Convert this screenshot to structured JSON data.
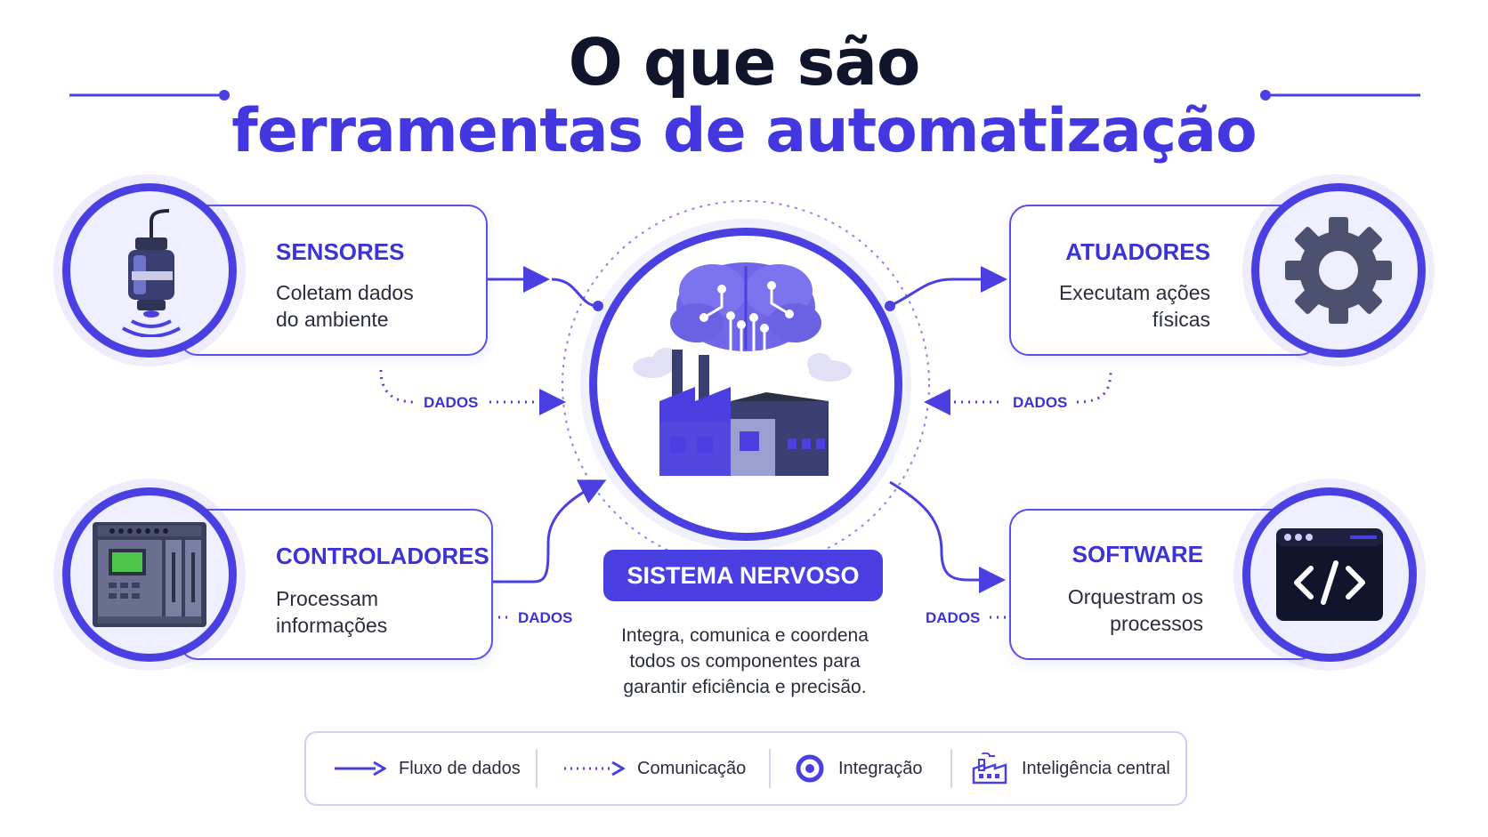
{
  "title": {
    "line1": "O que são",
    "line2": "ferramentas de automatização"
  },
  "sensores": {
    "title": "SENSORES",
    "desc1": "Coletam dados",
    "desc2": "do ambiente"
  },
  "atuadores": {
    "title": "ATUADORES",
    "desc1": "Executam ações",
    "desc2": "físicas"
  },
  "controladores": {
    "title": "CONTROLADORES",
    "desc1": "Processam",
    "desc2": "informações"
  },
  "software": {
    "title": "SOFTWARE",
    "desc1": "Orquestram os",
    "desc2": "processos"
  },
  "flow_label": "DADOS",
  "center": {
    "title": "SISTEMA NERVOSO",
    "desc1": "Integra, comunica e coordena",
    "desc2": "todos os componentes para",
    "desc3": "garantir eficiência e precisão."
  },
  "legend": [
    {
      "icon": "arrow-solid-icon",
      "label": "Fluxo de dados"
    },
    {
      "icon": "arrow-dotted-icon",
      "label": "Comunicação"
    },
    {
      "icon": "target-icon",
      "label": "Integração"
    },
    {
      "icon": "factory-icon",
      "label": "Inteligência central"
    }
  ],
  "colors": {
    "accent": "#4a3fe0",
    "dark": "#11152c",
    "light": "#f0efff"
  }
}
